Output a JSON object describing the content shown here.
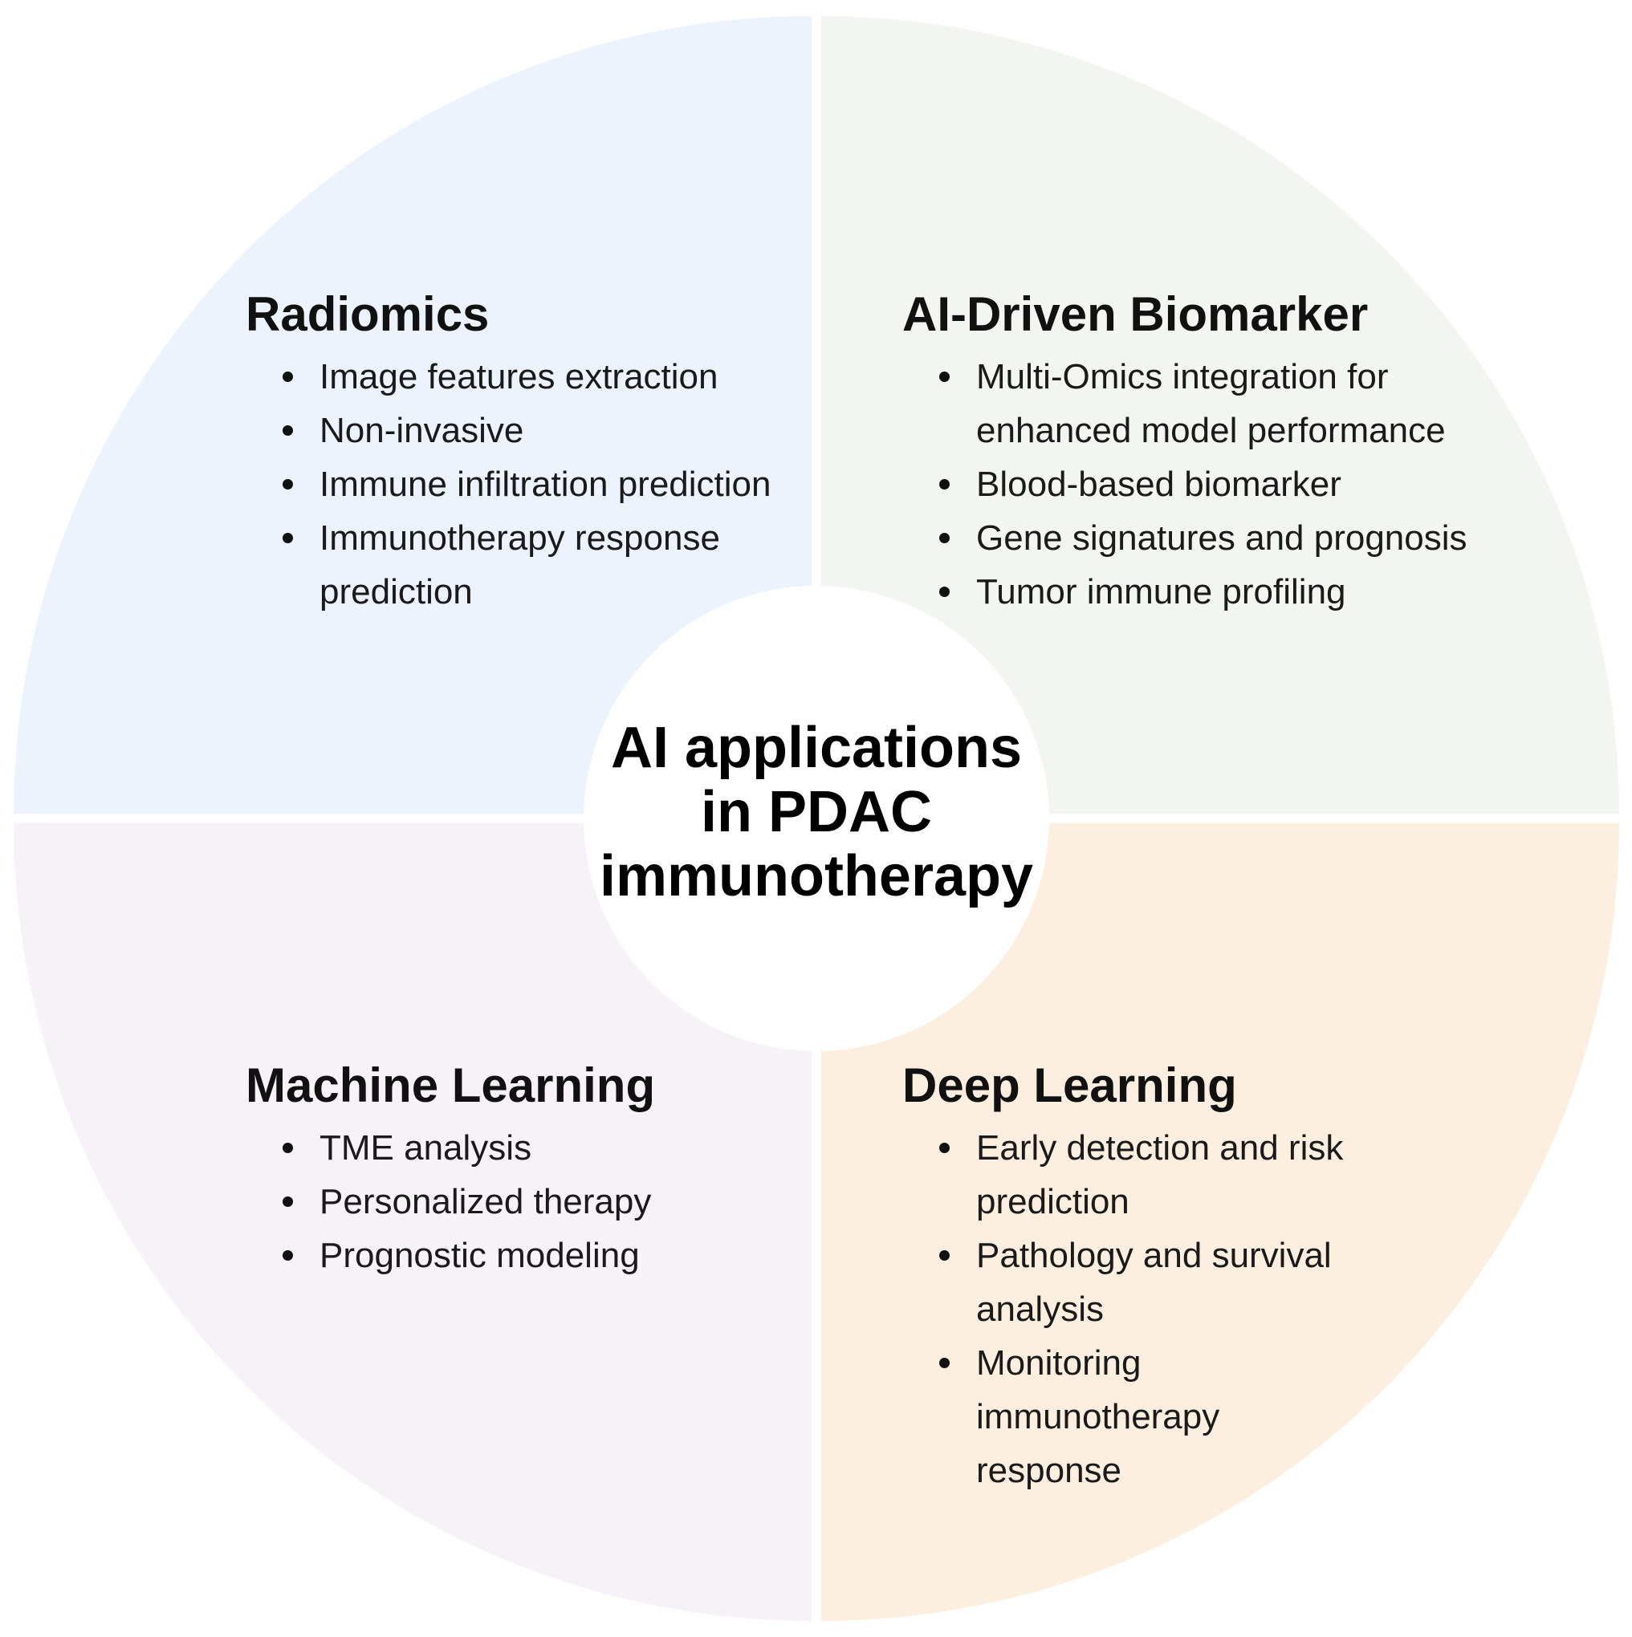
{
  "center": {
    "lines": [
      "AI applications",
      "in PDAC",
      "immunotherapy"
    ]
  },
  "colors": {
    "radiomics": "#ecf3fc",
    "biomarker": "#f3f6f0",
    "machine_learning": "#f6f2f8",
    "deep_learning": "#fcefdf",
    "center": "#ffffff",
    "text": "#111111"
  },
  "quadrants": [
    {
      "title": "Radiomics",
      "items": [
        [
          "Image features extraction"
        ],
        [
          "Non-invasive"
        ],
        [
          "Immune infiltration prediction"
        ],
        [
          "Immunotherapy response",
          "prediction"
        ]
      ]
    },
    {
      "title": "AI-Driven Biomarker",
      "items": [
        [
          "Multi-Omics integration for",
          "enhanced model performance"
        ],
        [
          "Blood-based biomarker"
        ],
        [
          "Gene signatures and prognosis"
        ],
        [
          "Tumor immune profiling"
        ]
      ]
    },
    {
      "title": "Machine Learning",
      "items": [
        [
          "TME analysis"
        ],
        [
          "Personalized therapy"
        ],
        [
          "Prognostic modeling"
        ]
      ]
    },
    {
      "title": "Deep Learning",
      "items": [
        [
          "Early detection and risk",
          "prediction"
        ],
        [
          "Pathology and survival",
          "analysis"
        ],
        [
          "Monitoring",
          "immunotherapy",
          "response"
        ]
      ]
    }
  ]
}
